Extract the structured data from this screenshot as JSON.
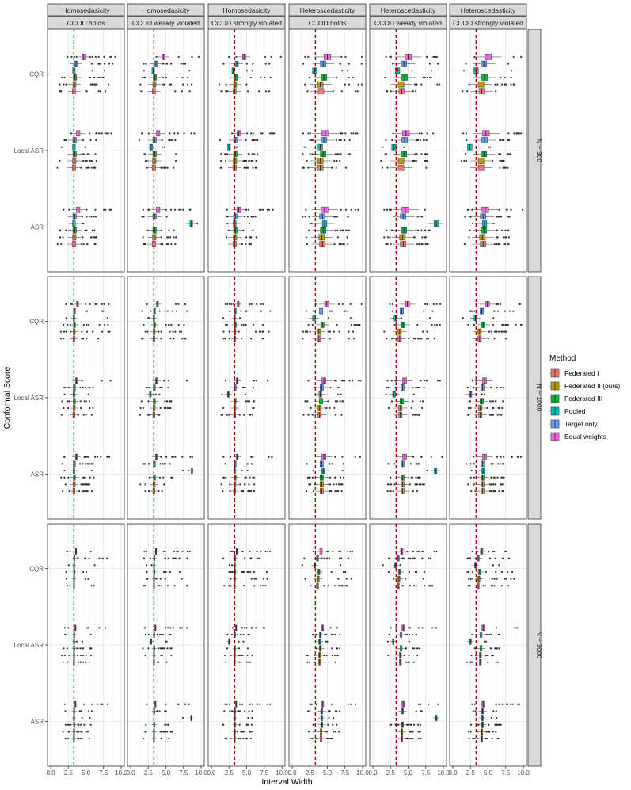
{
  "chart_data": {
    "type": "boxplot",
    "orientation": "horizontal",
    "xlabel": "Interval Width",
    "ylabel": "Conformal Score",
    "xlim": [
      0,
      10
    ],
    "x_ticks": [
      0,
      2.5,
      5,
      7.5,
      10
    ],
    "x_tick_labels": [
      "0.0",
      "2.5",
      "5.0",
      "7.5",
      "10.0"
    ],
    "reference_line": 3.3,
    "categories": [
      "CQR",
      "Local ASR",
      "ASR"
    ],
    "col_facet": [
      {
        "top": "Homosedasicity",
        "bottom": "CCOD holds"
      },
      {
        "top": "Homosedasicity",
        "bottom": "CCOD weakly violated"
      },
      {
        "top": "Homosedasicity",
        "bottom": "CCOD strongly violated"
      },
      {
        "top": "Heteroscedasticity",
        "bottom": "CCOD holds"
      },
      {
        "top": "Heteroscedasticity",
        "bottom": "CCOD weakly violated"
      },
      {
        "top": "Heteroscedasticity",
        "bottom": "CCOD strongly violated"
      }
    ],
    "row_facet": [
      "N = 300",
      "N = 1000",
      "N = 3000"
    ],
    "legend": {
      "title": "Method",
      "position": "right",
      "entries": [
        {
          "name": "Federated I",
          "color": "#F8766D"
        },
        {
          "name": "Federated II (ours)",
          "color": "#B79F00"
        },
        {
          "name": "Federated III",
          "color": "#00BA38"
        },
        {
          "name": "Pooled",
          "color": "#00BFC4"
        },
        {
          "name": "Target only",
          "color": "#619CFF"
        },
        {
          "name": "Equal weights",
          "color": "#F564E3"
        }
      ]
    },
    "medians": {
      "homo": {
        "r300": {
          "CQR": [
            3.5,
            3.6,
            3.9,
            3.3,
            3.4,
            4.1
          ],
          "Local ASR": [
            3.4,
            3.5,
            3.5,
            3.4,
            3.4,
            3.8
          ],
          "ASR": [
            3.3,
            3.4,
            3.4,
            3.4,
            3.4,
            3.6
          ]
        },
        "r1000": {
          "CQR": [
            3.4,
            3.5,
            3.6,
            3.3,
            3.4,
            3.9
          ],
          "Local ASR": [
            3.35,
            3.4,
            3.4,
            3.35,
            3.4,
            3.6
          ],
          "ASR": [
            3.35,
            3.4,
            3.4,
            3.35,
            3.4,
            3.5
          ]
        },
        "r3000": {
          "CQR": [
            3.35,
            3.4,
            3.4,
            3.35,
            3.4,
            3.5
          ],
          "Local ASR": [
            3.35,
            3.35,
            3.4,
            3.35,
            3.4,
            3.45
          ],
          "ASR": [
            3.35,
            3.35,
            3.4,
            3.35,
            3.35,
            3.4
          ]
        }
      },
      "pooled": {
        "r300": [
          {
            "CQR": 3.3,
            "Local ASR": 3.3,
            "ASR": 3.3
          },
          {
            "CQR": 3.2,
            "Local ASR": 2.9,
            "ASR": 8.6
          },
          {
            "CQR": 3.1,
            "Local ASR": 2.5,
            "ASR": 3.3
          }
        ],
        "r1000": [
          {
            "CQR": 3.3,
            "Local ASR": 3.3,
            "ASR": 3.3
          },
          {
            "CQR": 3.3,
            "Local ASR": 2.8,
            "ASR": 8.7
          },
          {
            "CQR": 3.3,
            "Local ASR": 2.4,
            "ASR": 3.3
          }
        ],
        "r3000": [
          {
            "CQR": 3.3,
            "Local ASR": 3.3,
            "ASR": 3.3
          },
          {
            "CQR": 3.3,
            "Local ASR": 2.9,
            "ASR": 8.6
          },
          {
            "CQR": 3.3,
            "Local ASR": 2.5,
            "ASR": 3.3
          }
        ]
      },
      "hetero": {
        "r300": {
          "CQR": [
            4.1,
            4.0,
            4.5,
            3.2,
            4.4,
            5.0
          ],
          "Local ASR": [
            4.0,
            4.0,
            4.4,
            4.0,
            4.5,
            4.7
          ],
          "ASR": [
            4.3,
            4.2,
            4.4,
            4.2,
            4.3,
            4.6
          ]
        },
        "r1000": {
          "CQR": [
            3.8,
            3.8,
            4.3,
            3.2,
            4.1,
            4.9
          ],
          "Local ASR": [
            3.9,
            3.9,
            4.1,
            4.0,
            4.2,
            4.5
          ],
          "ASR": [
            4.2,
            4.2,
            4.2,
            4.3,
            4.2,
            4.5
          ]
        },
        "r3000": {
          "CQR": [
            3.6,
            3.7,
            3.8,
            3.3,
            3.6,
            4.1
          ],
          "Local ASR": [
            3.9,
            3.9,
            4.0,
            4.0,
            4.0,
            4.3
          ],
          "ASR": [
            4.1,
            4.1,
            4.2,
            4.2,
            4.2,
            4.3
          ]
        }
      },
      "hetero_pooled": {
        "r300": [
          {
            "CQR": 3.2,
            "Local ASR": 4.0,
            "ASR": 4.6
          },
          {
            "CQR": 3.5,
            "Local ASR": 3.0,
            "ASR": 9.0
          },
          {
            "CQR": 3.3,
            "Local ASR": 2.4,
            "ASR": 4.5
          }
        ],
        "r1000": [
          {
            "CQR": 3.1,
            "Local ASR": 4.0,
            "ASR": 4.4
          },
          {
            "CQR": 3.2,
            "Local ASR": 3.0,
            "ASR": 8.9
          },
          {
            "CQR": 3.2,
            "Local ASR": 2.5,
            "ASR": 4.3
          }
        ],
        "r3000": [
          {
            "CQR": 3.2,
            "Local ASR": 3.9,
            "ASR": 4.2
          },
          {
            "CQR": 3.2,
            "Local ASR": 2.9,
            "ASR": 9.0
          },
          {
            "CQR": 3.2,
            "Local ASR": 2.5,
            "ASR": 4.2
          }
        ]
      }
    }
  }
}
